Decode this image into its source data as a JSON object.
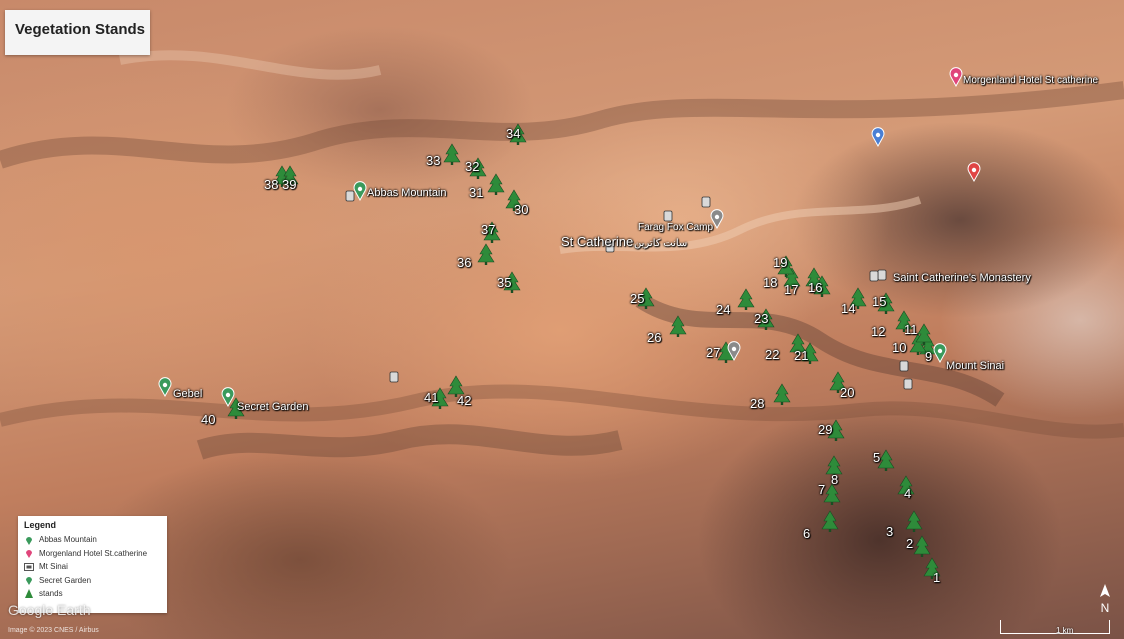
{
  "title": "Vegetation Stands",
  "legend": {
    "title": "Legend",
    "items": [
      {
        "label": "Abbas Mountain",
        "icon": "green-pin-icon",
        "color": "#3a9a5c"
      },
      {
        "label": "Morgenland Hotel St.catherine",
        "icon": "pink-pin-icon",
        "color": "#e0457b"
      },
      {
        "label": "Mt Sinai",
        "icon": "sign-icon",
        "color": "#555555"
      },
      {
        "label": "Secret Garden",
        "icon": "green-pin-icon",
        "color": "#3a9a5c"
      },
      {
        "label": "stands",
        "icon": "tree-icon",
        "color": "#2e8b3a"
      }
    ]
  },
  "places": [
    {
      "id": "abbas",
      "label": "Abbas Mountain"
    },
    {
      "id": "st-catherine",
      "label": "St Catherine"
    },
    {
      "id": "farag",
      "label": "Farag Fox Camp"
    },
    {
      "id": "st-catherine-ar",
      "label": "سانت كاترين"
    },
    {
      "id": "morgenland",
      "label": "Morgenland Hotel St catherine"
    },
    {
      "id": "monastery",
      "label": "Saint Catherine's Monastery"
    },
    {
      "id": "mount-sinai",
      "label": "Mount Sinai"
    },
    {
      "id": "gebel",
      "label": "Gebel"
    },
    {
      "id": "secret-garden",
      "label": "Secret Garden"
    }
  ],
  "stands": [
    "1",
    "2",
    "3",
    "4",
    "5",
    "6",
    "7",
    "8",
    "9",
    "10",
    "11",
    "12",
    "14",
    "15",
    "16",
    "17",
    "18",
    "19",
    "20",
    "21",
    "22",
    "23",
    "24",
    "25",
    "26",
    "27",
    "28",
    "29",
    "30",
    "31",
    "32",
    "33",
    "34",
    "35",
    "36",
    "37",
    "38",
    "39",
    "40",
    "41",
    "42"
  ],
  "watermark": "Google Earth",
  "credit": "Image © 2023 CNES / Airbus",
  "scale_label": "1 km",
  "compass_label": "N",
  "colors": {
    "tree": "#2e8b3a",
    "pin_green": "#3a9a5c",
    "pin_pink": "#e0457b",
    "pin_red": "#e04545",
    "pin_blue": "#4a7fd4"
  }
}
